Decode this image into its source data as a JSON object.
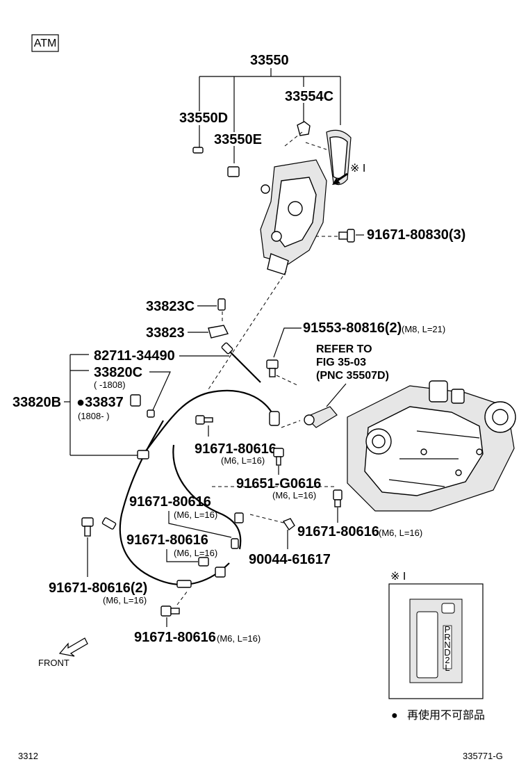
{
  "badge": "ATM",
  "parts": {
    "assembly": "33550",
    "knob": "33554C",
    "p_33550D": "33550D",
    "p_33550E": "33550E",
    "bolt_top": "91671-80830(3)",
    "p_33823C": "33823C",
    "p_33823": "33823",
    "bolt_m8": "91553-80816(2)",
    "bolt_m8_spec": "(M8, L=21)",
    "refer_1": "REFER TO",
    "refer_2": "FIG 35-03",
    "refer_3": "(PNC 35507D)",
    "p_82711": "82711-34490",
    "p_33820C": "33820C",
    "range_a": "(      -1808)",
    "p_33820B": "33820B",
    "p_33837": "●33837",
    "range_b": "(1808-      )",
    "b1": "91671-80616",
    "b1_spec": "(M6, L=16)",
    "b2": "91651-G0616",
    "b2_spec": "(M6, L=16)",
    "b3": "91671-80616",
    "b3_spec": "(M6, L=16)",
    "b4": "91671-80616",
    "b4_spec": "(M6, L=16)",
    "b5": "91671-80616",
    "b5_spec": "(M6, L=16)",
    "b6": "90044-61617",
    "b7": "91671-80616(2)",
    "b7_spec": "(M6, L=16)",
    "b8": "91671-80616",
    "b8_spec": "(M6, L=16)"
  },
  "callout_marker": "※ I",
  "inset": {
    "marker": "※ I",
    "gate_letters": [
      "P",
      "R",
      "N",
      "D",
      "2",
      "L"
    ]
  },
  "front_label": "FRONT",
  "legend": {
    "bullet": "●",
    "text": "再使用不可部品"
  },
  "footer": {
    "left": "3312",
    "right": "335771-G"
  }
}
